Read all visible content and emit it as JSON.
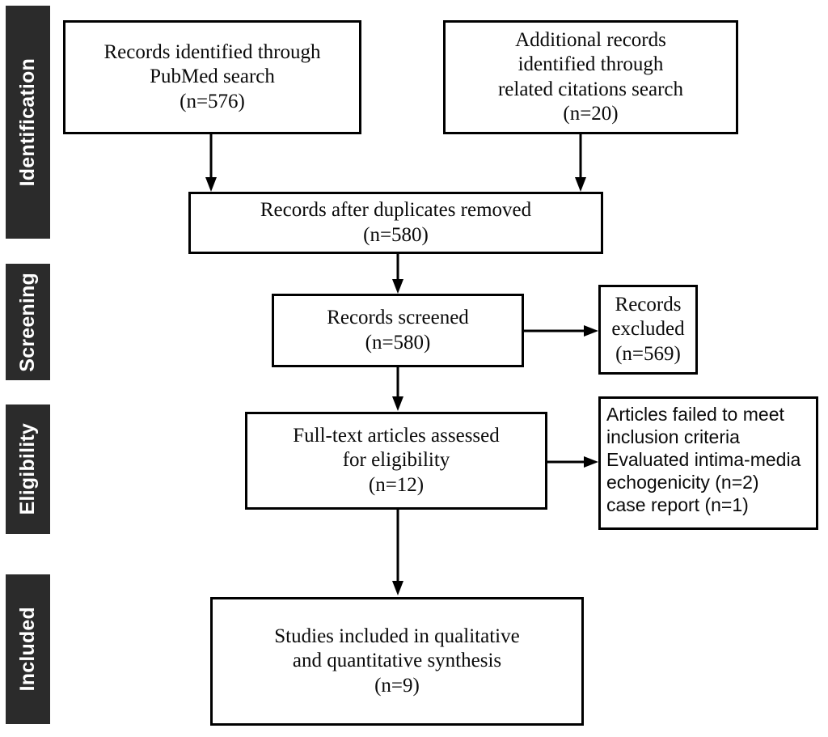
{
  "figure": {
    "type": "prisma-flow-diagram",
    "background_color": "#ffffff",
    "line_color": "#000000",
    "stage_bar_color": "#2b2b2b",
    "stage_bar_text_color": "#ffffff"
  },
  "stages": [
    {
      "id": "identification",
      "label": "Identification"
    },
    {
      "id": "screening",
      "label": "Screening"
    },
    {
      "id": "eligibility",
      "label": "Eligibility"
    },
    {
      "id": "included",
      "label": "Included"
    }
  ],
  "boxes": {
    "records_identified": {
      "text": "Records identified through\nPubMed search\n(n=576)",
      "n": 576
    },
    "additional_records": {
      "text": "Additional records\nidentified through\nrelated citations search\n(n=20)",
      "n": 20
    },
    "duplicates_removed": {
      "text": "Records after duplicates removed\n(n=580)",
      "n": 580
    },
    "records_screened": {
      "text": "Records screened\n(n=580)",
      "n": 580
    },
    "records_excluded": {
      "text": "Records\nexcluded\n(n=569)",
      "n": 569
    },
    "fulltext_assessed": {
      "text": "Full-text articles assessed\nfor eligibility\n(n=12)",
      "n": 12
    },
    "fulltext_excluded": {
      "text": "Articles failed to meet\ninclusion criteria\nEvaluated intima-media\nechogenicity (n=2)\ncase report (n=1)",
      "reasons": [
        {
          "label": "Articles failed to meet inclusion criteria",
          "n": null
        },
        {
          "label": "Evaluated intima-media echogenicity",
          "n": 2
        },
        {
          "label": "case report",
          "n": 1
        }
      ]
    },
    "studies_included": {
      "text": "Studies included in qualitative\nand quantitative synthesis\n(n=9)",
      "n": 9
    }
  },
  "connectors": [
    {
      "id": "identified-to-duplicates",
      "from": "records_identified",
      "to": "duplicates_removed",
      "direction": "down"
    },
    {
      "id": "additional-to-duplicates",
      "from": "additional_records",
      "to": "duplicates_removed",
      "direction": "down"
    },
    {
      "id": "duplicates-to-screened",
      "from": "duplicates_removed",
      "to": "records_screened",
      "direction": "down"
    },
    {
      "id": "screened-to-excluded",
      "from": "records_screened",
      "to": "records_excluded",
      "direction": "right"
    },
    {
      "id": "screened-to-fulltext",
      "from": "records_screened",
      "to": "fulltext_assessed",
      "direction": "down"
    },
    {
      "id": "fulltext-to-excluded",
      "from": "fulltext_assessed",
      "to": "fulltext_excluded",
      "direction": "right"
    },
    {
      "id": "fulltext-to-included",
      "from": "fulltext_assessed",
      "to": "studies_included",
      "direction": "down"
    }
  ]
}
